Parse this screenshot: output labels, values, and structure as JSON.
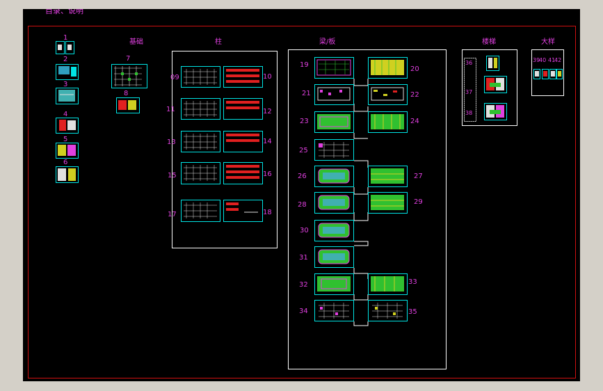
{
  "window": {
    "title": "目录、说明"
  },
  "sections": {
    "foundation": "基础",
    "column": "柱",
    "beam_slab": "梁/板",
    "stair": "楼梯",
    "detail": "大样"
  },
  "sheet_numbers": {
    "directory": [
      "1",
      "2",
      "3",
      "4",
      "5",
      "6"
    ],
    "foundation": [
      "7",
      "8"
    ],
    "column_left": [
      "09",
      "11",
      "13",
      "15",
      "17"
    ],
    "column_right": [
      "10",
      "12",
      "14",
      "16",
      "18"
    ],
    "beam_left": [
      "19",
      "21",
      "23",
      "25",
      "26",
      "28",
      "30",
      "31",
      "32",
      "34"
    ],
    "beam_right": [
      "20",
      "22",
      "24",
      "27",
      "29",
      "33",
      "35"
    ],
    "stair": [
      "36",
      "37",
      "38"
    ],
    "detail": [
      "39",
      "40",
      "41",
      "42"
    ]
  },
  "colors": {
    "canvas": "#000000",
    "frame": "#ffffff",
    "border": "#d01010",
    "label": "#e040e0",
    "sheet_border": "#00e5e5",
    "grid": "#e0e0e0",
    "fill_green": "#30c030",
    "fill_yellow": "#d0d020",
    "fill_red": "#e02020",
    "fill_magenta": "#e040e0"
  }
}
